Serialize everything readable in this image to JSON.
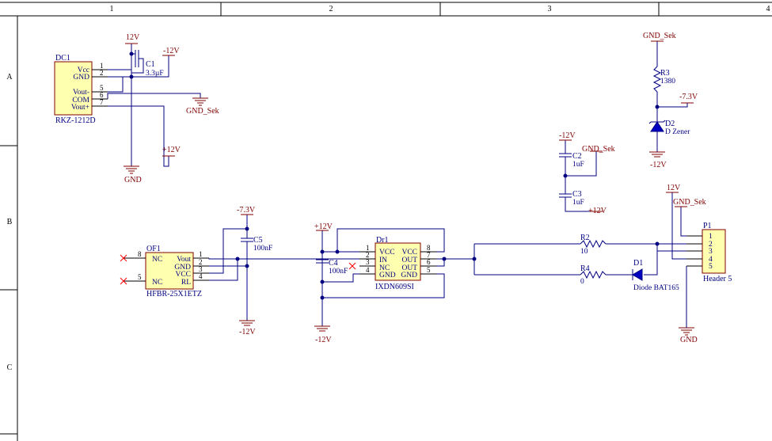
{
  "zones": {
    "cols": [
      "1",
      "2",
      "3",
      "4"
    ],
    "rows": [
      "A",
      "B",
      "C"
    ]
  },
  "nets": {
    "n12v_top": "12V",
    "nm12v_c1": "-12V",
    "gnd_sek_dc": "GND_Sek",
    "p12v_dc": "+12V",
    "gnd_dc": "GND",
    "nm73v_c5": "-7.3V",
    "nm12v_c5": "-12V",
    "p12v_dr": "+12V",
    "nm12v_dr": "-12V",
    "nm12v_c2": "-12V",
    "gnd_sek_c2": "GND_Sek",
    "p12v_c3": "+12V",
    "gnd_sek_r3": "GND_Sek",
    "nm73v_r3": "-7.3V",
    "nm12v_d2": "-12V",
    "n12v_p1": "12V",
    "gnd_sek_p1": "GND_Sek",
    "gnd_p1": "GND"
  },
  "dc1": {
    "designator": "DC1",
    "comment": "RKZ-1212D",
    "pins": [
      "Vcc",
      "GND",
      "Vout-",
      "COM",
      "Vout+"
    ],
    "numbers": [
      "1",
      "2",
      "5",
      "6",
      "7"
    ]
  },
  "c1": {
    "designator": "C1",
    "value": "3.3µF"
  },
  "of1": {
    "designator": "OF1",
    "comment": "HFBR-25X1ETZ",
    "left_pins": [
      "NC",
      "NC"
    ],
    "left_numbers": [
      "8",
      "5"
    ],
    "right_pins": [
      "Vout",
      "GND",
      "VCC",
      "RL"
    ],
    "right_numbers": [
      "1",
      "2",
      "3",
      "4"
    ]
  },
  "c5": {
    "designator": "C5",
    "value": "100nF"
  },
  "c4": {
    "designator": "C4",
    "value": "100nF"
  },
  "dr1": {
    "designator": "Dr1",
    "comment": "IXDN609SI",
    "left_pins": [
      "VCC",
      "IN",
      "NC",
      "GND"
    ],
    "left_numbers": [
      "1",
      "2",
      "3",
      "4"
    ],
    "right_pins": [
      "VCC",
      "OUT",
      "OUT",
      "GND"
    ],
    "right_numbers": [
      "8",
      "7",
      "6",
      "5"
    ]
  },
  "c2": {
    "designator": "C2",
    "value": "1uF"
  },
  "c3": {
    "designator": "C3",
    "value": "1uF"
  },
  "r2": {
    "designator": "R2",
    "value": "10"
  },
  "r4": {
    "designator": "R4",
    "value": "0"
  },
  "d1": {
    "designator": "D1",
    "comment": "Diode BAT165"
  },
  "r3": {
    "designator": "R3",
    "value": "1380"
  },
  "d2": {
    "designator": "D2",
    "comment": "D Zener"
  },
  "p1": {
    "designator": "P1",
    "comment": "Header 5",
    "pins": [
      "1",
      "2",
      "3",
      "4",
      "5"
    ]
  }
}
